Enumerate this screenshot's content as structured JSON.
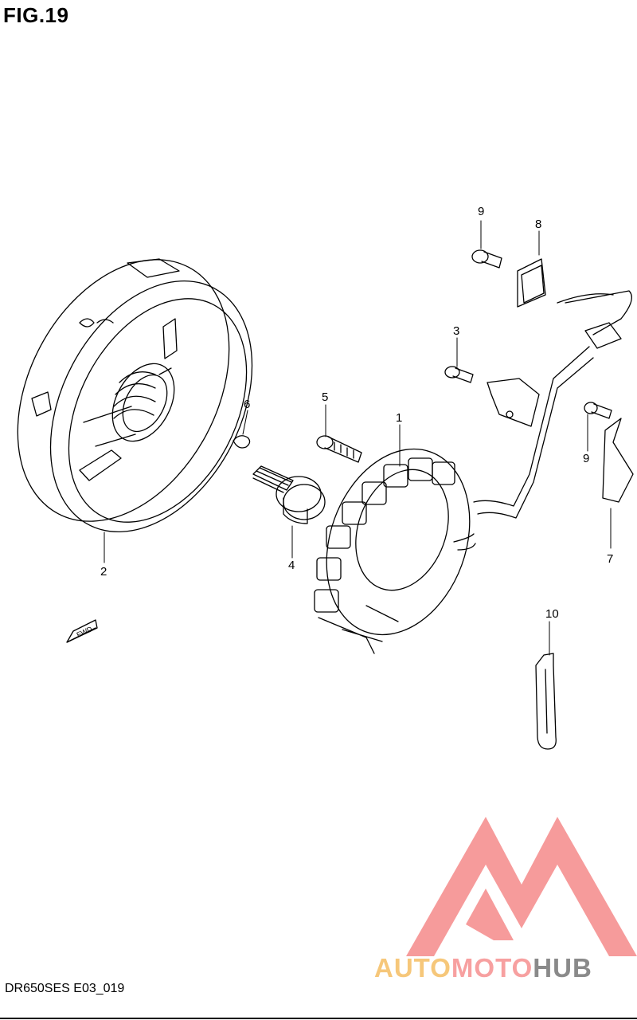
{
  "figure": {
    "title": "FIG.19",
    "code": "DR650SES E03_019"
  },
  "callouts": {
    "c1": "1",
    "c2": "2",
    "c3": "3",
    "c4": "4",
    "c5": "5",
    "c6": "6",
    "c7": "7",
    "c8": "8",
    "c9a": "9",
    "c9b": "9",
    "c10": "10"
  },
  "direction_tag": "FWD",
  "watermark": {
    "part1": "AUTO",
    "part2": "MOTO",
    "part3": "HUB",
    "colors": {
      "auto": "#f6c77a",
      "moto": "#f7a0a0",
      "hub": "#8a8a8a",
      "logo": "#f58a8a"
    }
  }
}
